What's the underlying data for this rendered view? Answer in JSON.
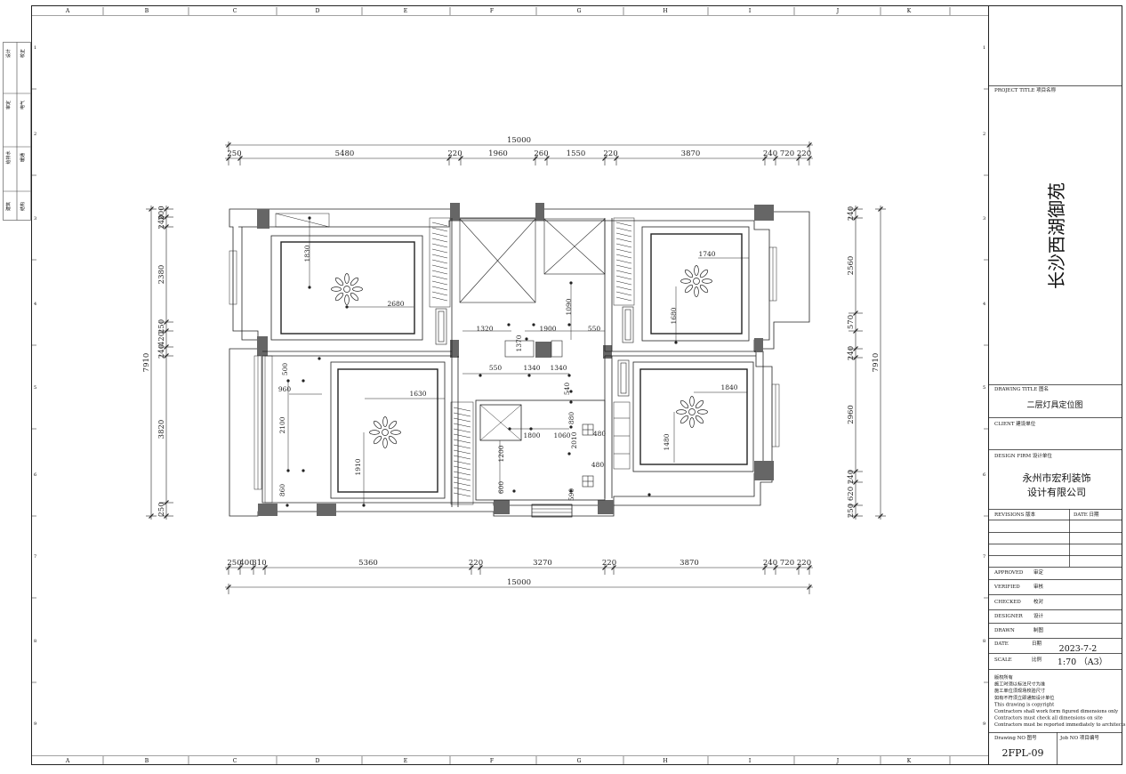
{
  "grid": {
    "cols": [
      "A",
      "B",
      "C",
      "D",
      "E",
      "F",
      "G",
      "H",
      "I",
      "J",
      "K"
    ],
    "rows": [
      "1",
      "2",
      "3",
      "4",
      "5",
      "6",
      "7",
      "8",
      "9"
    ]
  },
  "left_strip": [
    "设计",
    "校正",
    "审定",
    "电气",
    "给排水",
    "暖通",
    "建筑",
    "结构"
  ],
  "plan": {
    "top_total": "15000",
    "top_dims": [
      "250",
      "5480",
      "220",
      "1960",
      "260",
      "1550",
      "220",
      "3870",
      "240",
      "720",
      "220"
    ],
    "bottom_dims": [
      "250",
      "400",
      "310",
      "5360",
      "220",
      "3270",
      "220",
      "3870",
      "240",
      "720",
      "220"
    ],
    "bottom_total": "15000",
    "left_total": "7910",
    "left_dims": [
      "200",
      "240",
      "2380",
      "250",
      "420",
      "240",
      "3820",
      "250"
    ],
    "right_total": "7910",
    "right_dims": [
      "240",
      "2560",
      "570",
      "240",
      "2960",
      "240",
      "620",
      "250"
    ],
    "inner_dims": [
      "1830",
      "2680",
      "1740",
      "1680",
      "1320",
      "1900",
      "550",
      "1090",
      "550",
      "1340",
      "1340",
      "1370",
      "540",
      "1630",
      "1840",
      "960",
      "500",
      "2100",
      "1800",
      "1060",
      "1200",
      "600",
      "1480",
      "1910",
      "860",
      "880",
      "2010",
      "480",
      "480",
      "590"
    ]
  },
  "title_block": {
    "project_label": "PROJECT TITLE  项目名称",
    "project_name": "长沙西湖御苑",
    "drawing_label": "DRAWING TITLE  图名",
    "drawing_name": "二层灯具定位图",
    "client_label": "CLIENT  建设单位",
    "firm_label": "DESIGN FIRM  设计单位",
    "firm_line1": "永州市宏利装饰",
    "firm_line2": "设计有限公司",
    "revisions_label": "REVISIONS  版本",
    "revision_date_label": "DATE  日期",
    "roles": [
      {
        "en": "APPROVED",
        "cn": "审定"
      },
      {
        "en": "VERIFIED",
        "cn": "审核"
      },
      {
        "en": "CHECKED",
        "cn": "校对"
      },
      {
        "en": "DESIGNER",
        "cn": "设计"
      },
      {
        "en": "DRAWN",
        "cn": "制图"
      }
    ],
    "date_label": "DATE",
    "date_cn": "日期",
    "date_value": "2023-7-2",
    "scale_label": "SCALE",
    "scale_cn": "比例",
    "scale_value": "1:70 （A3）",
    "notes": [
      "版权所有",
      "施工时须以标注尺寸为准",
      "施工单位须现场校验尺寸",
      "如有不符须立即通知设计单位",
      "This drawing is copyright",
      "Contractors shall work form figured dimensions only",
      "Contractors must check all dimensions on site",
      "Contractors must be reported immediately to architects."
    ],
    "drawing_no_label": "Drawing NO  图号",
    "job_no_label": "Job NO  项目编号",
    "drawing_no": "2FPL-09"
  }
}
